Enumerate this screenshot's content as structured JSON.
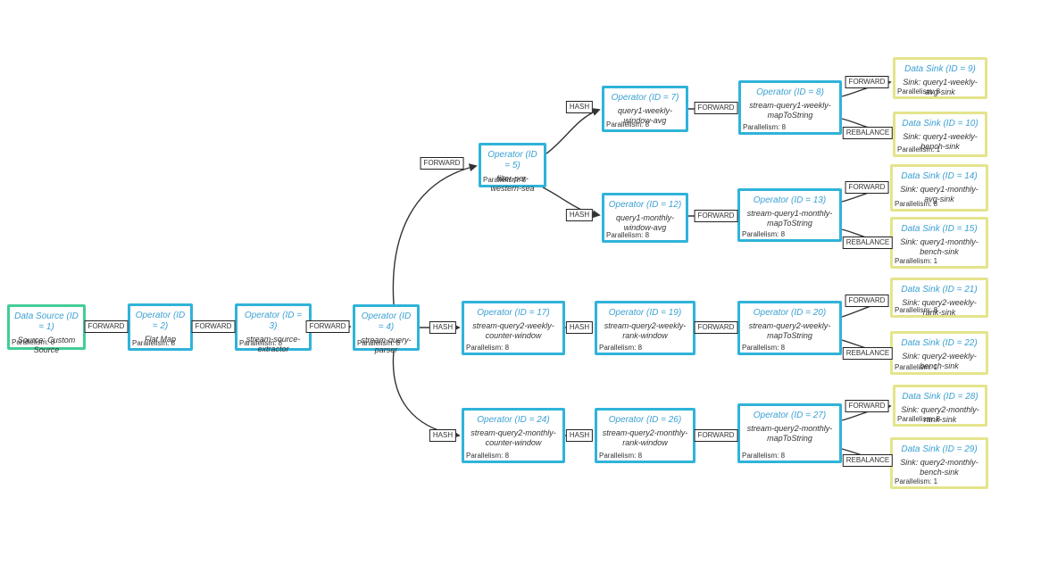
{
  "diagram": {
    "kind": "streaming-job-plan",
    "colors": {
      "source_border": "#43CD96",
      "operator_border": "#2FB3D9",
      "sink_border": "#E4E48C",
      "node_title_text": "#3AA0D2",
      "body_text": "#333333",
      "edge": "#333333"
    },
    "nodes": [
      {
        "id": 1,
        "kind": "source",
        "title": "Data Source (ID = 1)",
        "subtitle": "Source: Custom Source",
        "parallelism": "Parallelism: 8"
      },
      {
        "id": 2,
        "kind": "operator",
        "title": "Operator (ID = 2)",
        "subtitle": "Flat Map",
        "parallelism": "Parallelism: 8"
      },
      {
        "id": 3,
        "kind": "operator",
        "title": "Operator (ID = 3)",
        "subtitle": "stream-source-extractor",
        "parallelism": "Parallelism: 8"
      },
      {
        "id": 4,
        "kind": "operator",
        "title": "Operator (ID = 4)",
        "subtitle": "stream-query-parser",
        "parallelism": "Parallelism: 8"
      },
      {
        "id": 5,
        "kind": "operator",
        "title": "Operator (ID = 5)",
        "subtitle": "filter-per-western-sea",
        "parallelism": "Parallelism: 8"
      },
      {
        "id": 7,
        "kind": "operator",
        "title": "Operator (ID = 7)",
        "subtitle": "query1-weekly-window-avg",
        "parallelism": "Parallelism: 8"
      },
      {
        "id": 8,
        "kind": "operator",
        "title": "Operator (ID = 8)",
        "subtitle": "stream-query1-weekly-mapToString",
        "parallelism": "Parallelism: 8"
      },
      {
        "id": 9,
        "kind": "sink",
        "title": "Data Sink (ID = 9)",
        "subtitle": "Sink: query1-weekly-avg-sink",
        "parallelism": "Parallelism: 8"
      },
      {
        "id": 10,
        "kind": "sink",
        "title": "Data Sink (ID = 10)",
        "subtitle": "Sink: query1-weekly-bench-sink",
        "parallelism": "Parallelism: 1"
      },
      {
        "id": 12,
        "kind": "operator",
        "title": "Operator (ID = 12)",
        "subtitle": "query1-monthly-window-avg",
        "parallelism": "Parallelism: 8"
      },
      {
        "id": 13,
        "kind": "operator",
        "title": "Operator (ID = 13)",
        "subtitle": "stream-query1-monthly-mapToString",
        "parallelism": "Parallelism: 8"
      },
      {
        "id": 14,
        "kind": "sink",
        "title": "Data Sink (ID = 14)",
        "subtitle": "Sink: query1-monthly-avg-sink",
        "parallelism": "Parallelism: 8"
      },
      {
        "id": 15,
        "kind": "sink",
        "title": "Data Sink (ID = 15)",
        "subtitle": "Sink: query1-monthly-bench-sink",
        "parallelism": "Parallelism: 1"
      },
      {
        "id": 17,
        "kind": "operator",
        "title": "Operator (ID = 17)",
        "subtitle": "stream-query2-weekly-counter-window",
        "parallelism": "Parallelism: 8"
      },
      {
        "id": 19,
        "kind": "operator",
        "title": "Operator (ID = 19)",
        "subtitle": "stream-query2-weekly-rank-window",
        "parallelism": "Parallelism: 8"
      },
      {
        "id": 20,
        "kind": "operator",
        "title": "Operator (ID = 20)",
        "subtitle": "stream-query2-weekly-mapToString",
        "parallelism": "Parallelism: 8"
      },
      {
        "id": 21,
        "kind": "sink",
        "title": "Data Sink (ID = 21)",
        "subtitle": "Sink: query2-weekly-rank-sink",
        "parallelism": "Parallelism: 8"
      },
      {
        "id": 22,
        "kind": "sink",
        "title": "Data Sink (ID = 22)",
        "subtitle": "Sink: query2-weekly-bench-sink",
        "parallelism": "Parallelism: 1"
      },
      {
        "id": 24,
        "kind": "operator",
        "title": "Operator (ID = 24)",
        "subtitle": "stream-query2-monthly-counter-window",
        "parallelism": "Parallelism: 8"
      },
      {
        "id": 26,
        "kind": "operator",
        "title": "Operator (ID = 26)",
        "subtitle": "stream-query2-monthly-rank-window",
        "parallelism": "Parallelism: 8"
      },
      {
        "id": 27,
        "kind": "operator",
        "title": "Operator (ID = 27)",
        "subtitle": "stream-query2-monthly-mapToString",
        "parallelism": "Parallelism: 8"
      },
      {
        "id": 28,
        "kind": "sink",
        "title": "Data Sink (ID = 28)",
        "subtitle": "Sink: query2-monthly-rank-sink",
        "parallelism": "Parallelism: 8"
      },
      {
        "id": 29,
        "kind": "sink",
        "title": "Data Sink (ID = 29)",
        "subtitle": "Sink: query2-monthly-bench-sink",
        "parallelism": "Parallelism: 1"
      }
    ],
    "edges": [
      {
        "from": 1,
        "to": 2,
        "label": "FORWARD"
      },
      {
        "from": 2,
        "to": 3,
        "label": "FORWARD"
      },
      {
        "from": 3,
        "to": 4,
        "label": "FORWARD"
      },
      {
        "from": 4,
        "to": 17,
        "label": "HASH"
      },
      {
        "from": 17,
        "to": 19,
        "label": "HASH"
      },
      {
        "from": 19,
        "to": 20,
        "label": "FORWARD"
      },
      {
        "from": 20,
        "to": 21,
        "label": "FORWARD"
      },
      {
        "from": 20,
        "to": 22,
        "label": "REBALANCE"
      },
      {
        "from": 4,
        "to": 5,
        "label": "FORWARD"
      },
      {
        "from": 5,
        "to": 7,
        "label": "HASH"
      },
      {
        "from": 5,
        "to": 12,
        "label": "HASH"
      },
      {
        "from": 7,
        "to": 8,
        "label": "FORWARD"
      },
      {
        "from": 8,
        "to": 9,
        "label": "FORWARD"
      },
      {
        "from": 8,
        "to": 10,
        "label": "REBALANCE"
      },
      {
        "from": 12,
        "to": 13,
        "label": "FORWARD"
      },
      {
        "from": 13,
        "to": 14,
        "label": "FORWARD"
      },
      {
        "from": 13,
        "to": 15,
        "label": "REBALANCE"
      },
      {
        "from": 4,
        "to": 24,
        "label": "HASH"
      },
      {
        "from": 24,
        "to": 26,
        "label": "HASH"
      },
      {
        "from": 26,
        "to": 27,
        "label": "FORWARD"
      },
      {
        "from": 27,
        "to": 28,
        "label": "FORWARD"
      },
      {
        "from": 27,
        "to": 29,
        "label": "REBALANCE"
      }
    ]
  }
}
